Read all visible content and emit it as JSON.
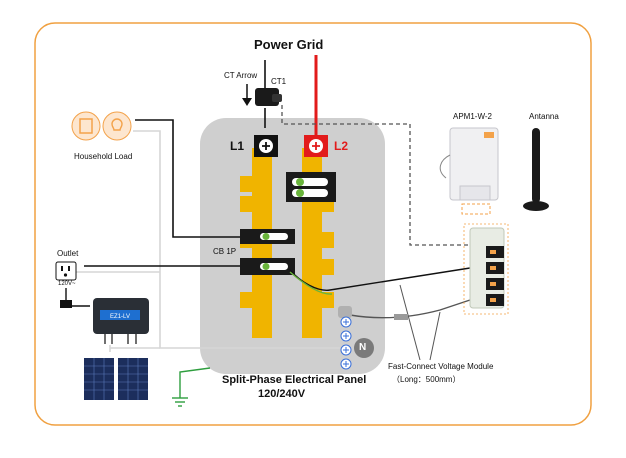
{
  "labels": {
    "power_grid": "Power Grid",
    "ct_arrow": "CT Arrow",
    "ct1": "CT1",
    "l1": "L1",
    "l2": "L2",
    "household_load": "Household Load",
    "apm": "APM1-W-2",
    "antenna": "Antanna",
    "outlet": "Outlet",
    "outlet_voltage": "120V~",
    "cb": "CB 1P",
    "neutral": "N",
    "panel_title_line1": "Split-Phase Electrical Panel",
    "panel_title_line2": "120/240V",
    "fast_connect_line1": "Fast-Connect Voltage Module",
    "fast_connect_line2": "（Long：500mm）",
    "inverter_brand": "EZ1-LV"
  },
  "colors": {
    "frame_border": "#f0a040",
    "panel_fill": "#cfcfcf",
    "busbar": "#f0b400",
    "phase_l1": "#111111",
    "phase_l2": "#e21b1b",
    "neutral_wire": "#d6d6d6",
    "load_icon": "#f3a24a",
    "ground": "#2e9e3e",
    "screw_blue": "#3a6fd8"
  }
}
